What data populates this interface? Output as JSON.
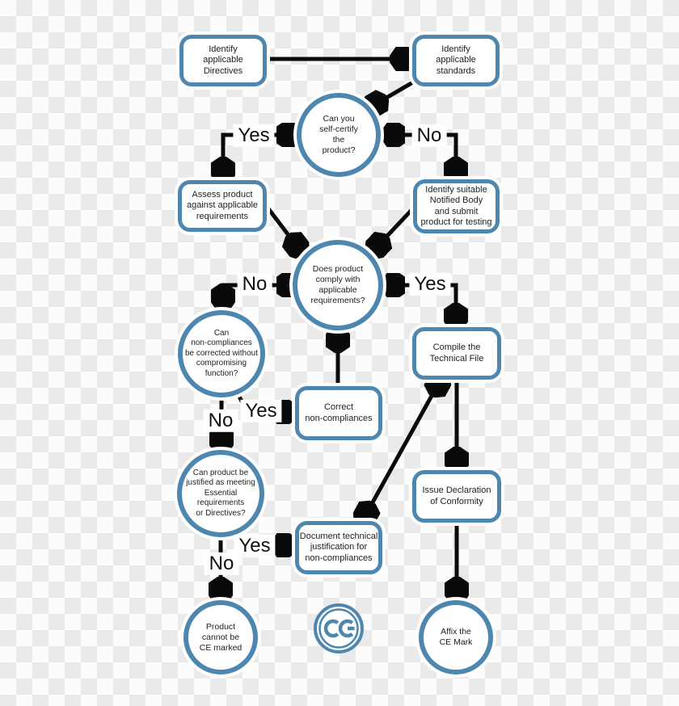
{
  "colors": {
    "node_blue": "#4d87af",
    "arrow_black": "#0a0a0a",
    "checker_gray": "#eaeaea",
    "checker_white": "#fcfcfc",
    "text_dark": "#1e1e1e"
  },
  "nodes": {
    "identify_directives": "Identify\napplicable\nDirectives",
    "identify_standards": "Identify\napplicable\nstandards",
    "self_certify": "Can you\nself-certify\nthe\nproduct?",
    "assess_product": "Assess product\nagainst applicable\nrequirements",
    "notified_body": "Identify suitable\nNotified Body\nand submit\nproduct for testing",
    "product_comply": "Does product\ncomply with\napplicable\nrequirements?",
    "non_compliances_corrected": "Can\nnon-compliances\nbe corrected without\ncompromising\nfunction?",
    "compile_technical_file": "Compile the\nTechnical File",
    "correct_non_compliances": "Correct\nnon-compliances",
    "product_justified": "Can product be\njustified as meeting\nEssential\nrequirements\nor Directives?",
    "issue_declaration": "Issue Declaration\nof Conformity",
    "document_justification": "Document technical\njustification for\nnon-compliances",
    "cannot_ce_mark": "Product\ncannot be\nCE marked",
    "affix_ce_mark": "Affix the\nCE Mark"
  },
  "edge_labels": {
    "yes_self_certify": "Yes",
    "no_self_certify": "No",
    "no_comply": "No",
    "yes_comply": "Yes",
    "yes_correctable": "Yes",
    "no_correctable": "No",
    "yes_justified": "Yes",
    "no_justified": "No"
  },
  "ce_logo": {
    "letters": "CE"
  }
}
